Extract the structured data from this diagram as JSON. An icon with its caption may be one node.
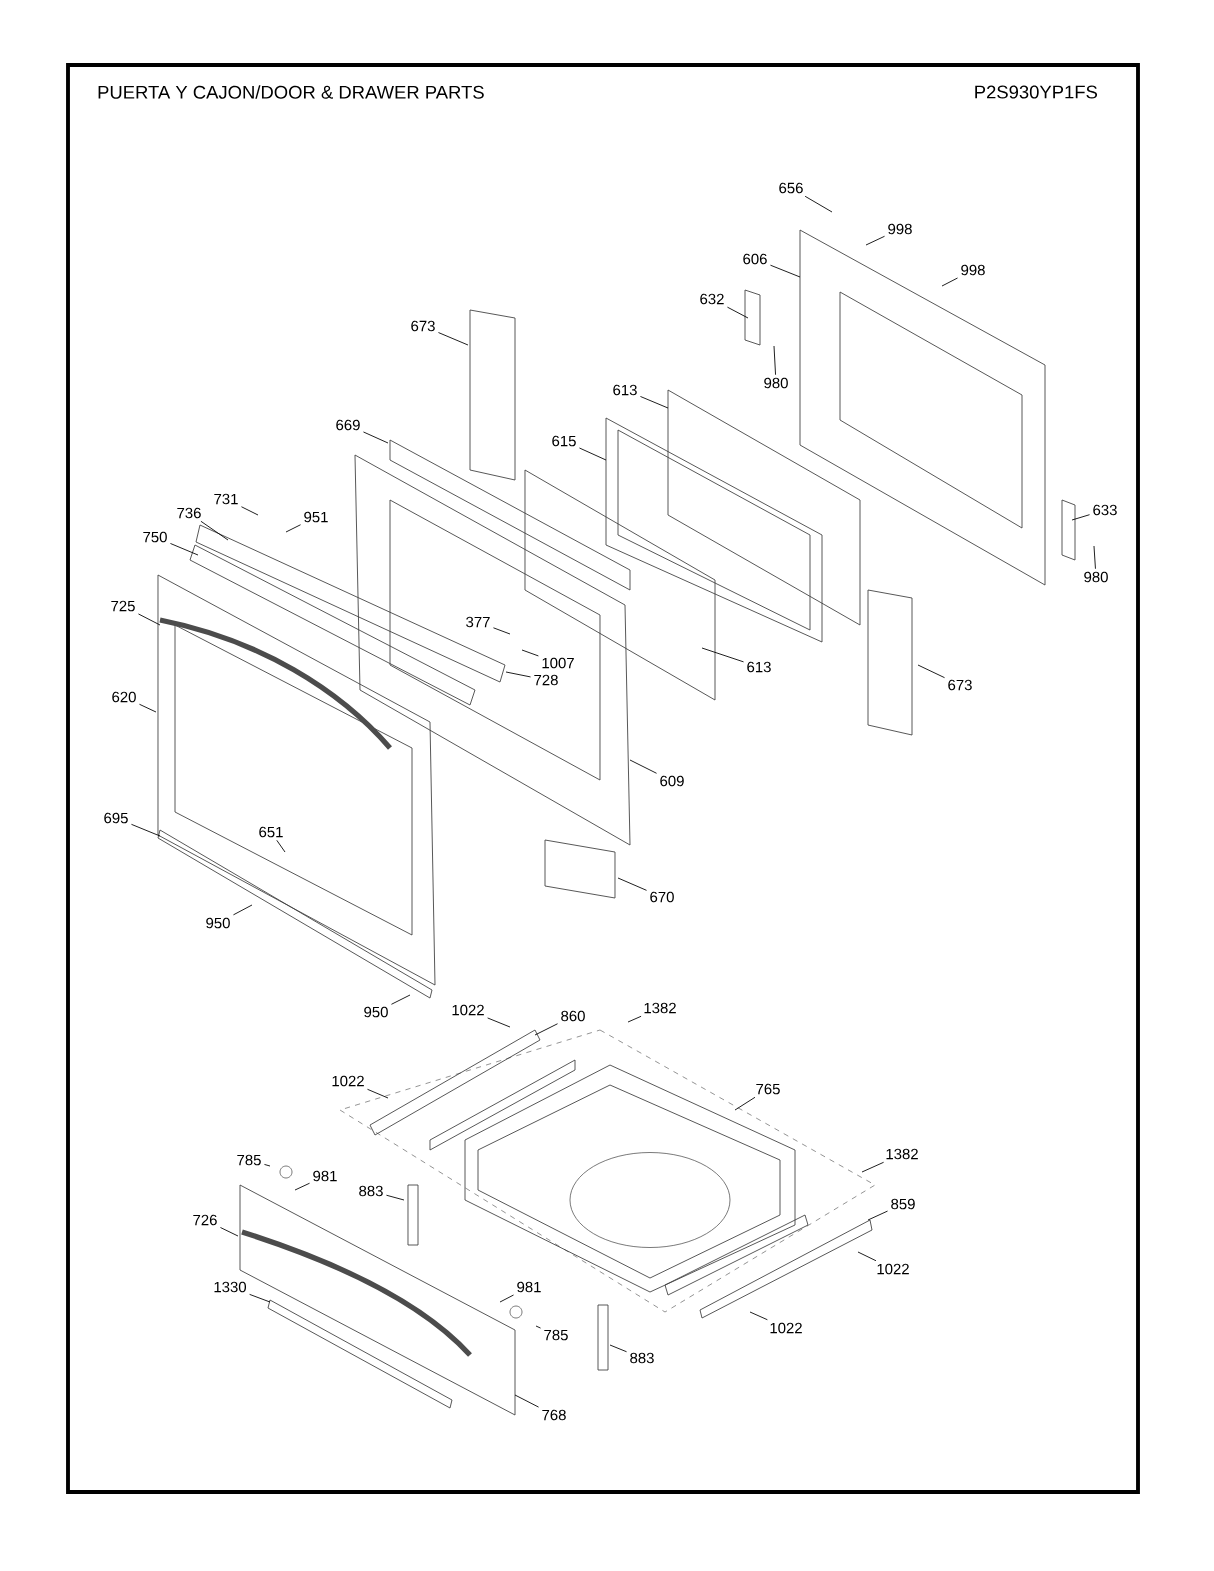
{
  "diagram": {
    "title": "PUERTA Y CAJON/DOOR & DRAWER PARTS",
    "nodes": [
      {
        "text": [
          "656"
        ]
      },
      {
        "text": [
          "998"
        ]
      },
      {
        "text": [
          "606"
        ]
      },
      {
        "text": [
          "998"
        ]
      },
      {
        "text": [
          "632"
        ]
      },
      {
        "text": [
          "673"
        ]
      },
      {
        "text": [
          "980"
        ]
      },
      {
        "text": [
          "613"
        ]
      },
      {
        "text": [
          "669"
        ]
      },
      {
        "text": [
          "615"
        ]
      },
      {
        "text": [
          "731"
        ]
      },
      {
        "text": [
          "736"
        ]
      },
      {
        "text": [
          "951"
        ]
      },
      {
        "text": [
          "633"
        ]
      },
      {
        "text": [
          "750"
        ]
      },
      {
        "text": [
          "980"
        ]
      },
      {
        "text": [
          "725"
        ]
      },
      {
        "text": [
          "377"
        ]
      },
      {
        "text": [
          "1007"
        ]
      },
      {
        "text": [
          "728"
        ]
      },
      {
        "text": [
          "613"
        ]
      },
      {
        "text": [
          "673"
        ]
      },
      {
        "text": [
          "620"
        ]
      },
      {
        "text": [
          "609"
        ]
      },
      {
        "text": [
          "695"
        ]
      },
      {
        "text": [
          "651"
        ]
      },
      {
        "text": [
          "670"
        ]
      },
      {
        "text": [
          "950"
        ]
      },
      {
        "text": [
          "950"
        ]
      },
      {
        "text": [
          "1022"
        ]
      },
      {
        "text": [
          "860"
        ]
      },
      {
        "text": [
          "1382"
        ]
      },
      {
        "text": [
          "1022"
        ]
      },
      {
        "text": [
          "765"
        ]
      },
      {
        "text": [
          "1382"
        ]
      },
      {
        "text": [
          "785"
        ]
      },
      {
        "text": [
          "981"
        ]
      },
      {
        "text": [
          "883"
        ]
      },
      {
        "text": [
          "859"
        ]
      },
      {
        "text": [
          "726"
        ]
      },
      {
        "text": [
          "1022"
        ]
      },
      {
        "text": [
          "1330"
        ]
      },
      {
        "text": [
          "981"
        ]
      },
      {
        "text": [
          "785"
        ]
      },
      {
        "text": [
          "1022"
        ]
      },
      {
        "text": [
          "883"
        ]
      },
      {
        "text": [
          "768"
        ]
      }
    ],
    "edges": [
      {
        "from": 0,
        "to": null,
        "arrow": "none"
      },
      {
        "from": 1,
        "to": null,
        "arrow": "none"
      },
      {
        "from": 2,
        "to": null,
        "arrow": "none"
      },
      {
        "from": 3,
        "to": null,
        "arrow": "none"
      },
      {
        "from": 4,
        "to": null,
        "arrow": "none"
      },
      {
        "from": 5,
        "to": null,
        "arrow": "none"
      },
      {
        "from": 6,
        "to": null,
        "arrow": "none"
      },
      {
        "from": 7,
        "to": null,
        "arrow": "none"
      },
      {
        "from": 8,
        "to": null,
        "arrow": "none"
      },
      {
        "from": 9,
        "to": null,
        "arrow": "none"
      },
      {
        "from": 10,
        "to": null,
        "arrow": "none"
      },
      {
        "from": 11,
        "to": null,
        "arrow": "none"
      },
      {
        "from": 12,
        "to": null,
        "arrow": "none"
      },
      {
        "from": 13,
        "to": null,
        "arrow": "none"
      },
      {
        "from": 14,
        "to": null,
        "arrow": "none"
      },
      {
        "from": 15,
        "to": null,
        "arrow": "none"
      },
      {
        "from": 16,
        "to": null,
        "arrow": "none"
      },
      {
        "from": 17,
        "to": null,
        "arrow": "none"
      },
      {
        "from": 18,
        "to": null,
        "arrow": "none"
      },
      {
        "from": 19,
        "to": null,
        "arrow": "none"
      },
      {
        "from": 20,
        "to": null,
        "arrow": "none"
      },
      {
        "from": 21,
        "to": null,
        "arrow": "none"
      },
      {
        "from": 22,
        "to": null,
        "arrow": "none"
      },
      {
        "from": 23,
        "to": null,
        "arrow": "none"
      },
      {
        "from": 24,
        "to": null,
        "arrow": "none"
      },
      {
        "from": 25,
        "to": null,
        "arrow": "none"
      },
      {
        "from": 26,
        "to": null,
        "arrow": "none"
      },
      {
        "from": 27,
        "to": null,
        "arrow": "none"
      },
      {
        "from": 28,
        "to": null,
        "arrow": "none"
      },
      {
        "from": 29,
        "to": null,
        "arrow": "none"
      },
      {
        "from": 30,
        "to": null,
        "arrow": "none"
      },
      {
        "from": 31,
        "to": null,
        "arrow": "none"
      },
      {
        "from": 32,
        "to": null,
        "arrow": "none"
      },
      {
        "from": 33,
        "to": null,
        "arrow": "none"
      },
      {
        "from": 34,
        "to": null,
        "arrow": "none"
      },
      {
        "from": 35,
        "to": null,
        "arrow": "none"
      },
      {
        "from": 36,
        "to": null,
        "arrow": "none"
      },
      {
        "from": 37,
        "to": null,
        "arrow": "none"
      },
      {
        "from": 38,
        "to": null,
        "arrow": "none"
      },
      {
        "from": 39,
        "to": null,
        "arrow": "none"
      },
      {
        "from": 40,
        "to": null,
        "arrow": "none"
      },
      {
        "from": 41,
        "to": null,
        "arrow": "none"
      },
      {
        "from": 42,
        "to": null,
        "arrow": "none"
      },
      {
        "from": 43,
        "to": null,
        "arrow": "none"
      },
      {
        "from": 44,
        "to": null,
        "arrow": "none"
      },
      {
        "from": 45,
        "to": null,
        "arrow": "none"
      },
      {
        "from": 46,
        "to": null,
        "arrow": "none"
      }
    ],
    "labels": [
      "P2S930YP1FS"
    ]
  }
}
